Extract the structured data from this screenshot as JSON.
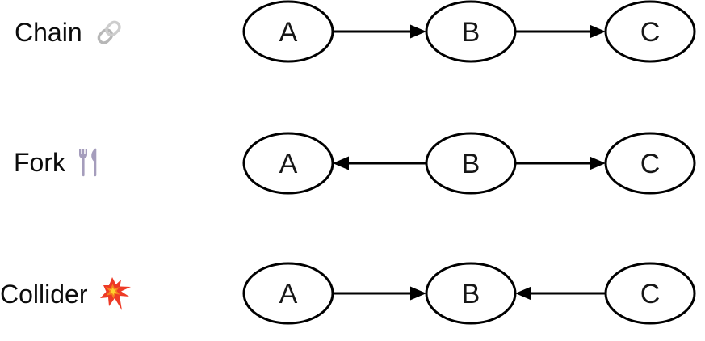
{
  "diagram": {
    "background_color": "#ffffff",
    "node_fill_color": "#ffffff",
    "node_stroke_color": "#000000",
    "edge_color": "#000000",
    "rows": [
      {
        "id": "chain",
        "label": "Chain",
        "icon": "link-icon",
        "icon_colors": {
          "primary": "#cdcdcd",
          "secondary": "#b7b7b7"
        },
        "nodes": [
          "A",
          "B",
          "C"
        ],
        "edges": [
          {
            "from": "A",
            "to": "B"
          },
          {
            "from": "B",
            "to": "C"
          }
        ]
      },
      {
        "id": "fork",
        "label": "Fork",
        "icon": "fork-and-knife-icon",
        "icon_colors": {
          "primary": "#a59dbc"
        },
        "nodes": [
          "A",
          "B",
          "C"
        ],
        "edges": [
          {
            "from": "B",
            "to": "A"
          },
          {
            "from": "B",
            "to": "C"
          }
        ]
      },
      {
        "id": "collider",
        "label": "Collider",
        "icon": "collision-icon",
        "icon_colors": {
          "primary": "#ee3a26",
          "secondary": "#ffd12e",
          "tertiary": "#f58220"
        },
        "nodes": [
          "A",
          "B",
          "C"
        ],
        "edges": [
          {
            "from": "A",
            "to": "B"
          },
          {
            "from": "C",
            "to": "B"
          }
        ]
      }
    ]
  }
}
